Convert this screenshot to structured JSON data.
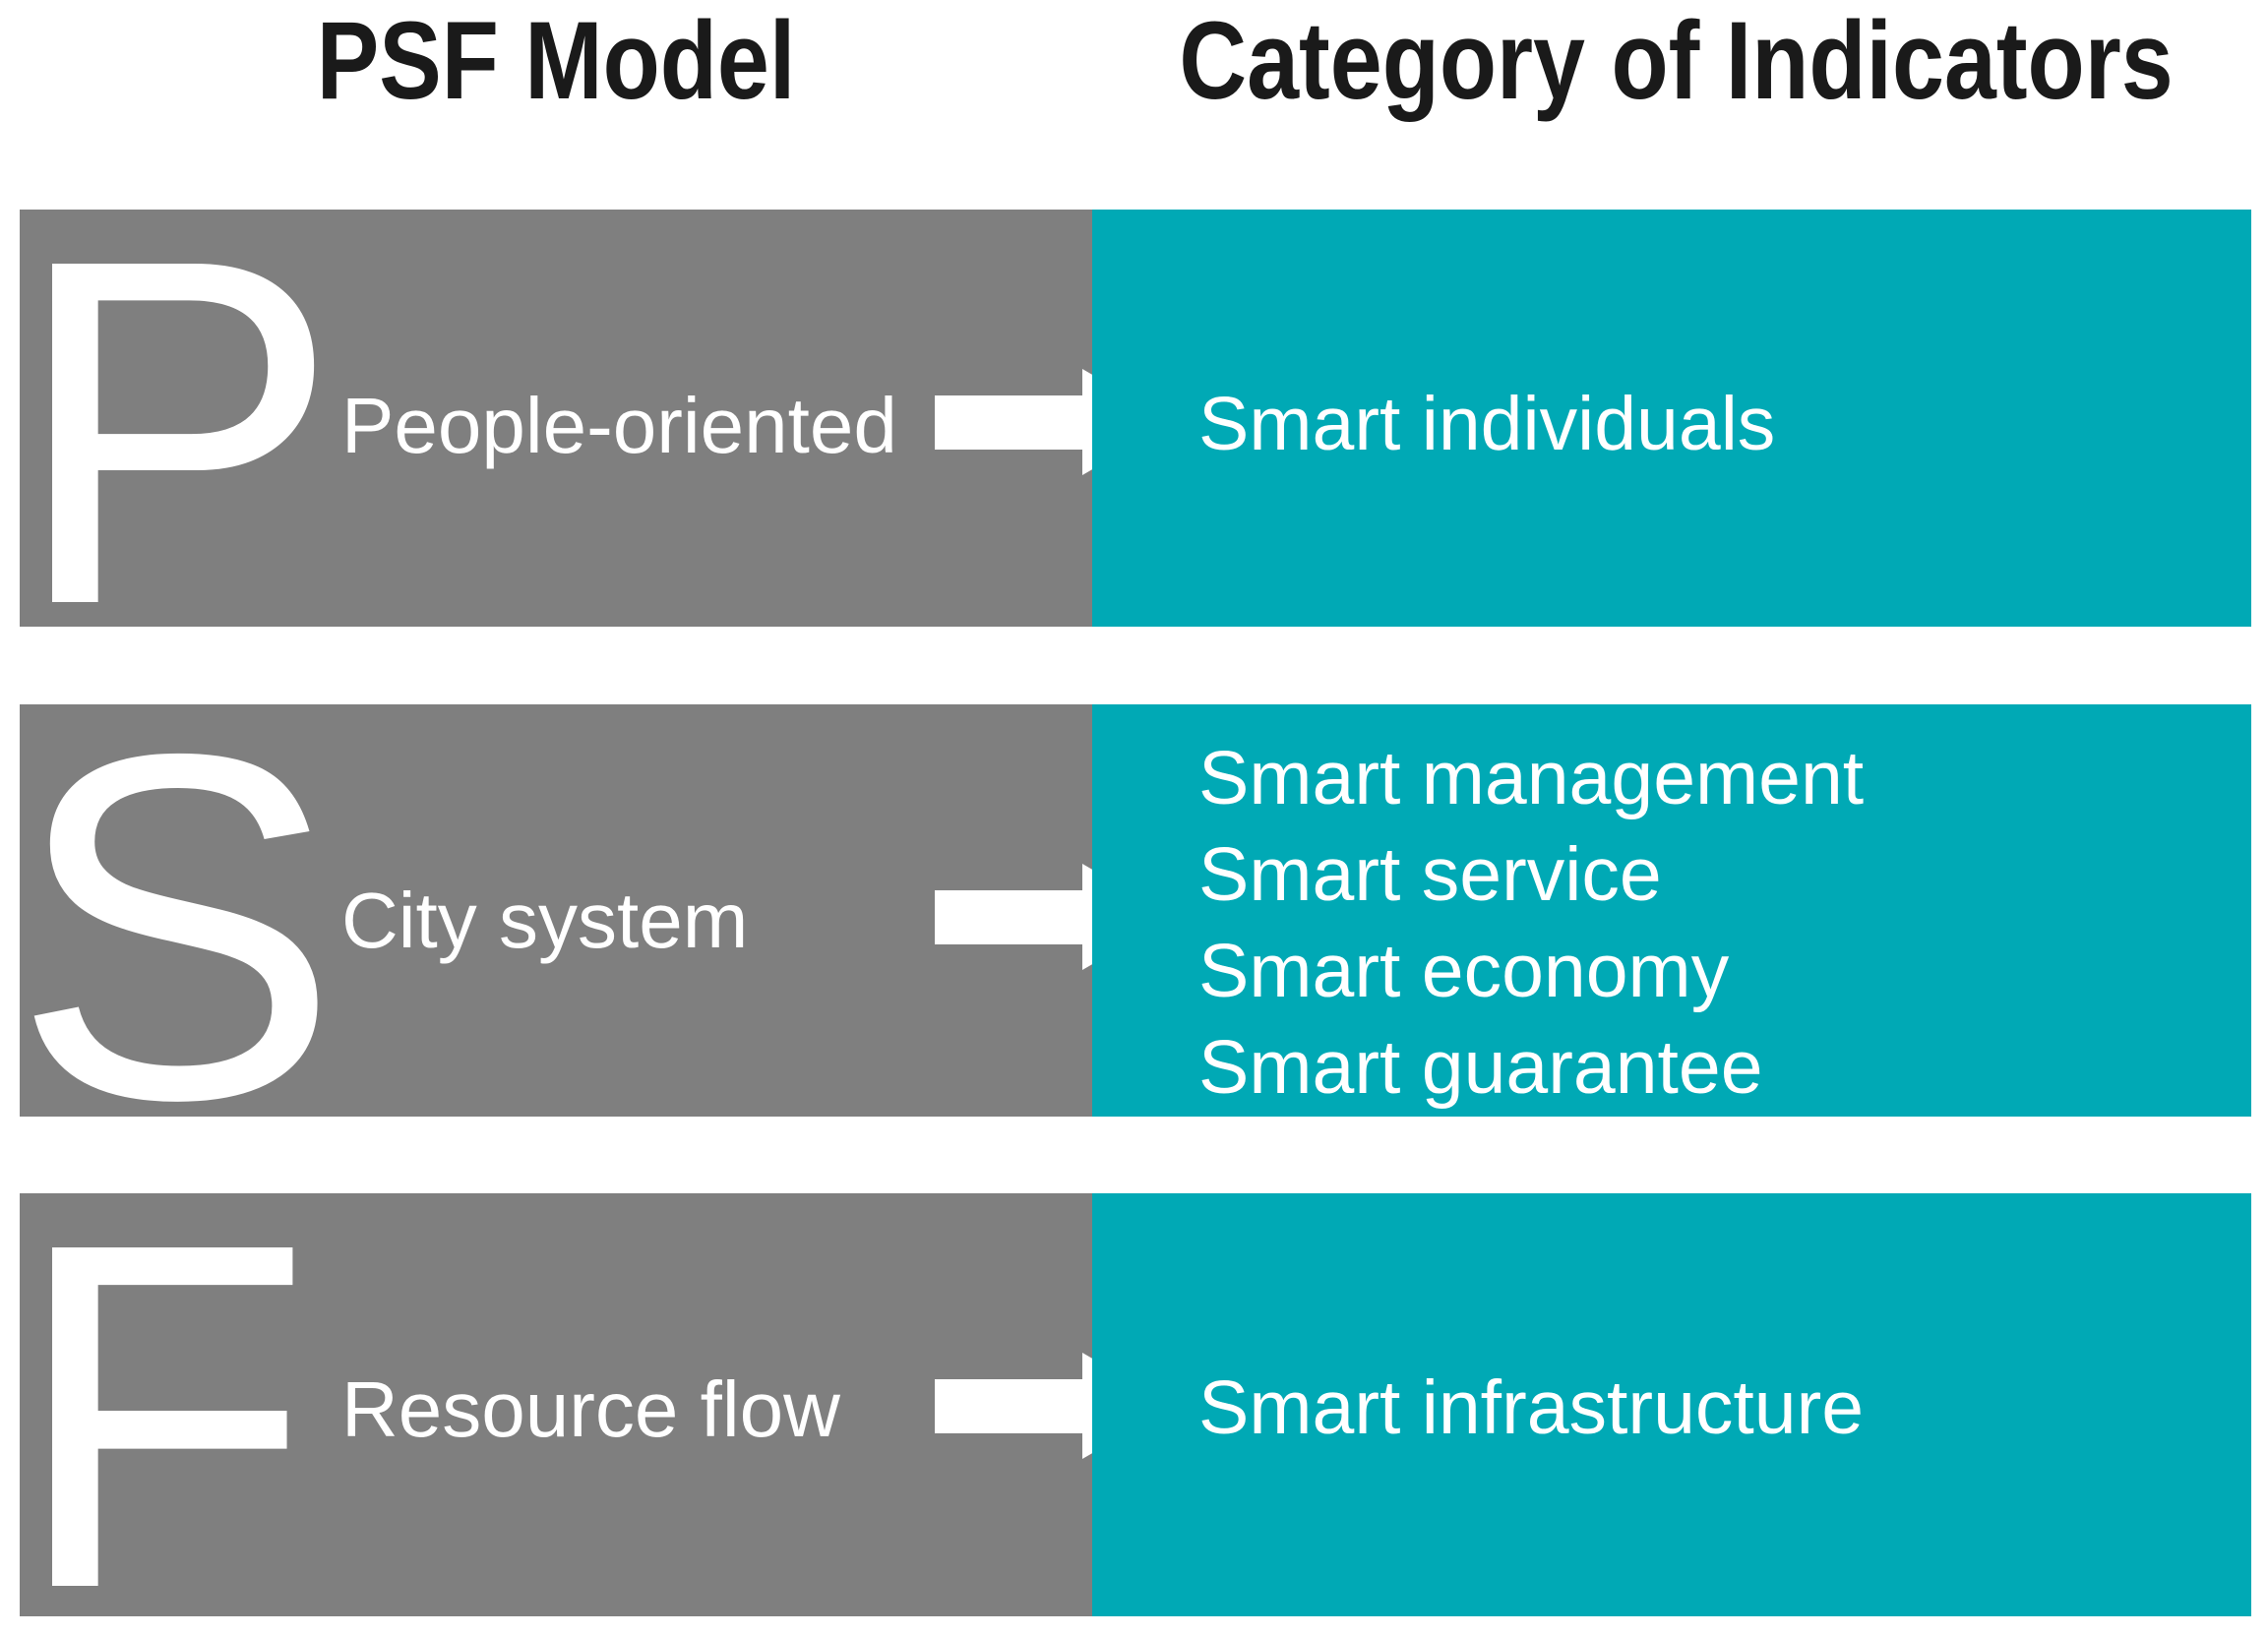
{
  "title_row": {
    "left": "PSF Model",
    "right": "Category of Indicators"
  },
  "rows": [
    {
      "letter": "P",
      "label": "People-oriented",
      "indicators": [
        "Smart individuals"
      ]
    },
    {
      "letter": "S",
      "label": "City system",
      "indicators": [
        "Smart management",
        "Smart service",
        "Smart economy",
        "Smart guarantee"
      ]
    },
    {
      "letter": "F",
      "label": "Resource flow",
      "indicators": [
        "Smart infrastructure"
      ]
    }
  ],
  "colors": {
    "panel_left_gray": "#7f7f7f",
    "panel_right_teal": "#00a9b5",
    "text_white": "#ffffff",
    "heading_black": "#1a1a1a"
  }
}
